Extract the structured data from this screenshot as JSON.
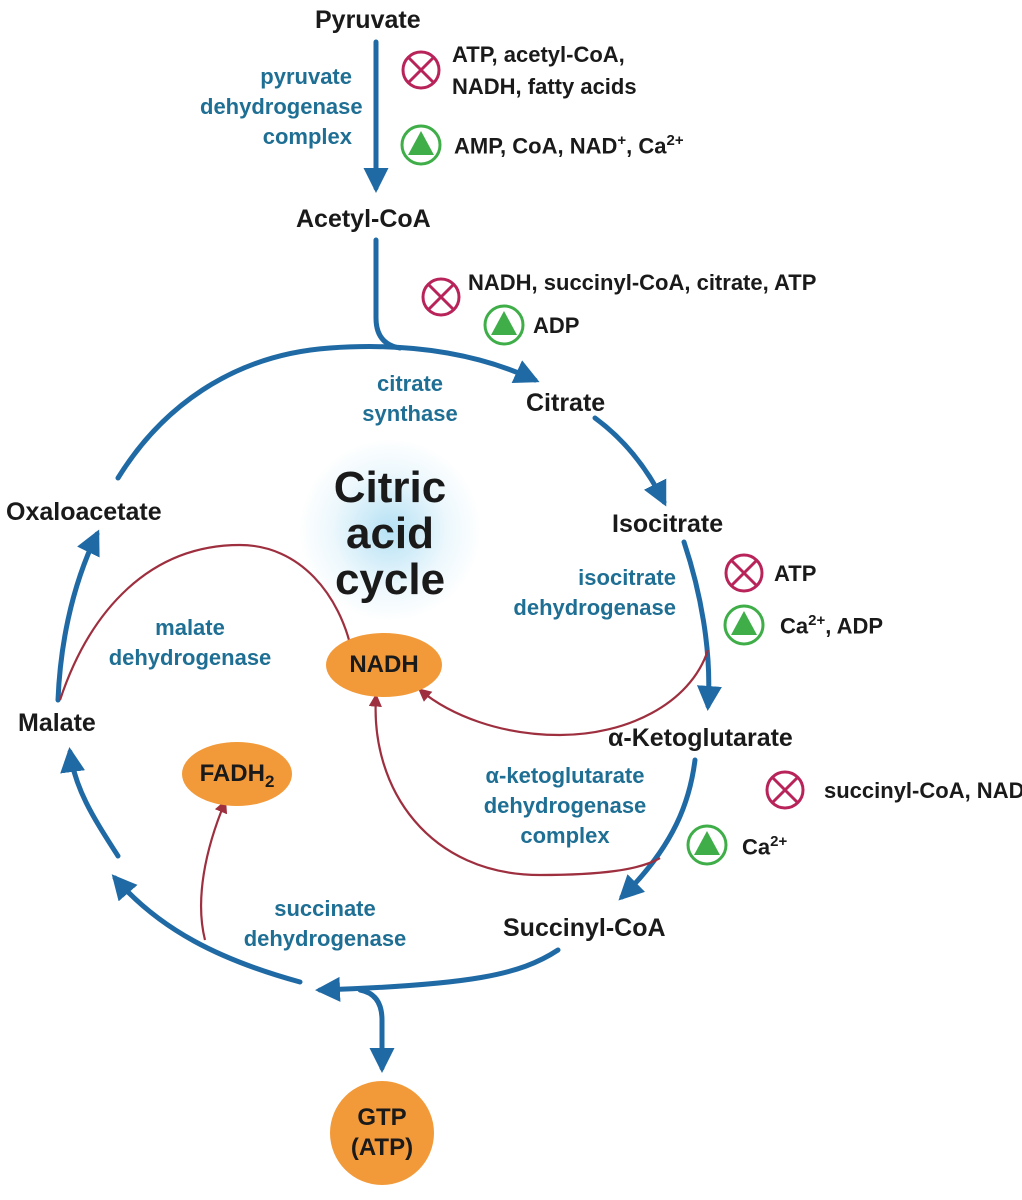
{
  "title": {
    "line1": "Citric",
    "line2": "acid",
    "line3": "cycle"
  },
  "metabolites": {
    "pyruvate": "Pyruvate",
    "acetyl_coa": "Acetyl-CoA",
    "citrate": "Citrate",
    "isocitrate": "Isocitrate",
    "alpha_ketoglutarate": "α-Ketoglutarate",
    "succinyl_coa": "Succinyl-CoA",
    "malate": "Malate",
    "oxaloacetate": "Oxaloacetate"
  },
  "enzymes": {
    "pdh": [
      "pyruvate",
      "dehydrogenase",
      "complex"
    ],
    "citrate_synthase": [
      "citrate",
      "synthase"
    ],
    "isocitrate_dh": [
      "isocitrate",
      "dehydrogenase"
    ],
    "akg_dh": [
      "α-ketoglutarate",
      "dehydrogenase",
      "complex"
    ],
    "succinate_dh": [
      "succinate",
      "dehydrogenase"
    ],
    "malate_dh": [
      "malate",
      "dehydrogenase"
    ]
  },
  "regulators": {
    "pdh_inhibitors_line1": "ATP, acetyl-CoA,",
    "pdh_inhibitors_line2": "NADH, fatty acids",
    "pdh_activators": {
      "text": "AMP, CoA, NAD",
      "sup1": "+",
      "mid": ", Ca",
      "sup2": "2+"
    },
    "cs_inhibitors": "NADH, succinyl-CoA, citrate, ATP",
    "cs_activators": "ADP",
    "idh_inhibitors": "ATP",
    "idh_activators": {
      "pre": "Ca",
      "sup": "2+",
      "post": ", ADP"
    },
    "akg_inhibitors": "succinyl-CoA, NADH",
    "akg_activators": {
      "pre": "Ca",
      "sup": "2+"
    }
  },
  "products": {
    "nadh": "NADH",
    "fadh2": {
      "text": "FADH",
      "sub": "2"
    },
    "gtp_line1": "GTP",
    "gtp_line2": "(ATP)"
  },
  "colors": {
    "pathway": "#1f6aa5",
    "enzyme_text": "#1f6f94",
    "product_arrow": "#9e2f3f",
    "product_fill": "#f29a3a",
    "inhibitor": "#b8245a",
    "activator": "#3fae49"
  },
  "icons": {
    "inhibitor": "circled-x-icon",
    "activator": "circled-triangle-icon"
  }
}
